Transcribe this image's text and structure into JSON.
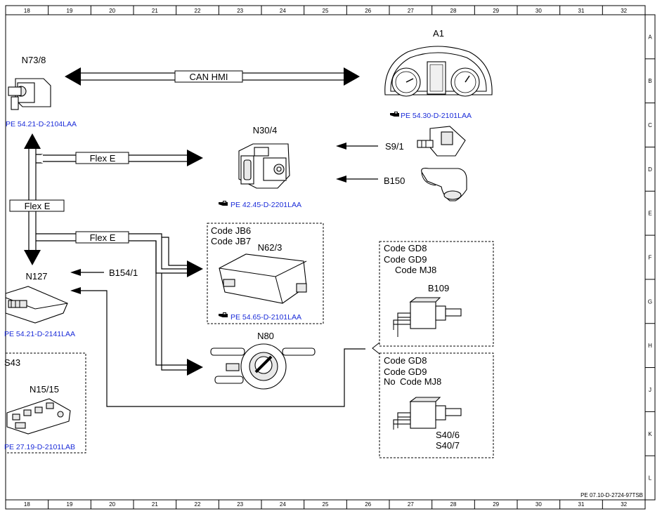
{
  "grid": {
    "columns": [
      "18",
      "19",
      "20",
      "21",
      "22",
      "23",
      "24",
      "25",
      "26",
      "27",
      "28",
      "29",
      "30",
      "31",
      "32"
    ],
    "rows": [
      "A",
      "B",
      "C",
      "D",
      "E",
      "F",
      "G",
      "H",
      "J",
      "K",
      "L"
    ]
  },
  "footer_ref": "PE 07.10-D-2724-97TSB",
  "components": {
    "n73_8": {
      "label": "N73/8",
      "ref": "PE 54.21-D-2104LAA"
    },
    "a1": {
      "label": "A1",
      "ref": "PE 54.30-D-2101LAA"
    },
    "n30_4": {
      "label": "N30/4",
      "ref": "PE 42.45-D-2201LAA"
    },
    "s9_1": {
      "label": "S9/1"
    },
    "b150": {
      "label": "B150"
    },
    "n62_2": {
      "label": "N62/3",
      "ref": "PE 54.65-D-2101LAA",
      "codes": [
        "Code JB6",
        "Code JB7"
      ]
    },
    "n127": {
      "label": "N127",
      "ref": "PE 54.21-D-2141LAA"
    },
    "b154_1": {
      "label": "B154/1"
    },
    "n80": {
      "label": "N80"
    },
    "n15_15": {
      "label": "N15/15",
      "ref": "PE 27.19-D-2101LAB",
      "code_partial": "S43"
    },
    "b109": {
      "label": "B109",
      "codes": [
        "Code GD8",
        "Code GD9",
        "Code MJ8"
      ]
    },
    "s40": {
      "labels": [
        "S40/6",
        "S40/7"
      ],
      "codes": [
        "Code GD8",
        "Code GD9",
        "No",
        "Code MJ8"
      ]
    }
  },
  "buses": {
    "can_hmi": "CAN HMI",
    "flex_e_top": "Flex E",
    "flex_e_left": "Flex E",
    "flex_e_mid": "Flex E"
  },
  "icons": {
    "reference": "pointing-hand-icon"
  }
}
